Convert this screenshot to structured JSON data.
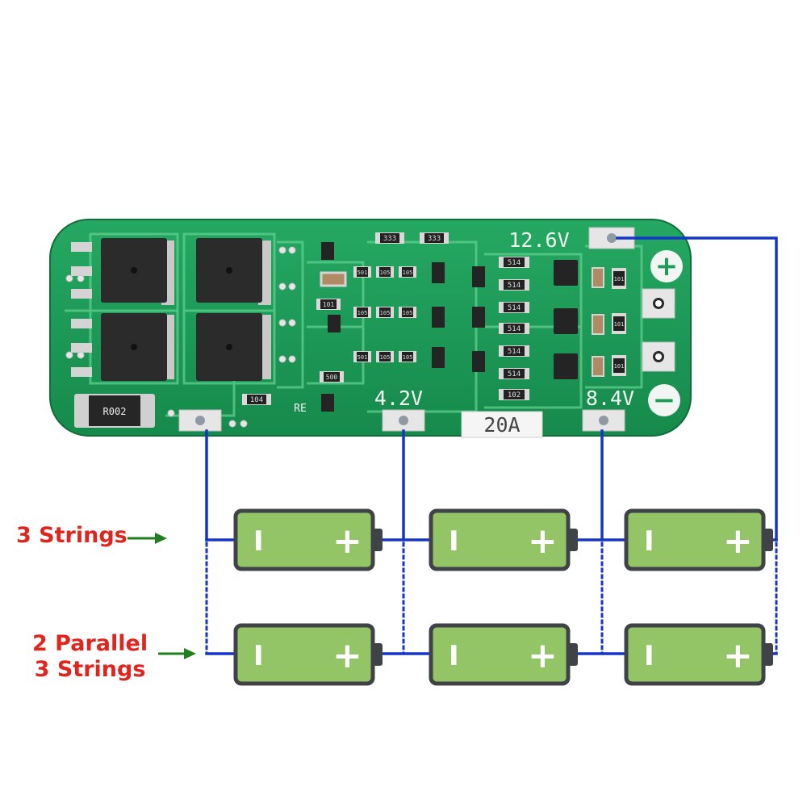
{
  "board": {
    "voltage_top": "12.6V",
    "voltage_mid_left": "4.2V",
    "voltage_mid_right": "8.4V",
    "current_rating": "20A",
    "shunt_code": "R002",
    "pad_label_re": "RE",
    "positive_symbol": "+",
    "negative_symbol": "−",
    "resistor_codes": {
      "r333": "333",
      "r105": "105",
      "r501": "501",
      "r514": "514",
      "r101": "101",
      "r104": "104",
      "r102": "102",
      "r500": "500"
    }
  },
  "labels": {
    "three_strings": "3 Strings",
    "two_parallel_line1": "2 Parallel",
    "two_parallel_line2": "3 Strings"
  },
  "battery": {
    "neg_symbol": "I",
    "pos_symbol": "+"
  },
  "colors": {
    "pcb_green": "#1e9b57",
    "wire_blue": "#1536c8",
    "battery_fill": "#93c466",
    "battery_outline": "#3f4347",
    "label_red": "#e0251f",
    "arrow_green": "#1f7f1f"
  }
}
